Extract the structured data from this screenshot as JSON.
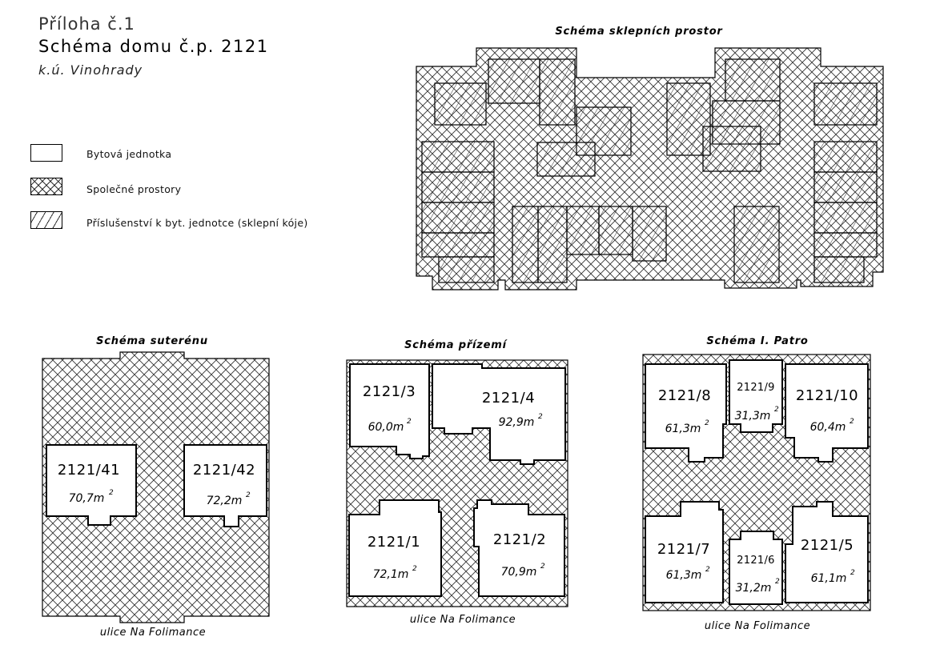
{
  "header": {
    "attachment": "Příloha č.1",
    "title": "Schéma domu č.p. 2121",
    "cadastre": "k.ú. Vinohrady"
  },
  "legend": [
    {
      "label": "Bytová jednotka",
      "pattern": "blank"
    },
    {
      "label": "Společné prostory",
      "pattern": "crosshatch"
    },
    {
      "label": "Příslušenství k byt. jednotce (sklepní kóje)",
      "pattern": "diagonal"
    }
  ],
  "cellar": {
    "title": "Schéma sklepních prostor"
  },
  "basement": {
    "title": "Schéma suterénu",
    "street": "ulice Na Folimance",
    "units": [
      {
        "id": "2121/41",
        "area": "70,7m"
      },
      {
        "id": "2121/42",
        "area": "72,2m"
      }
    ]
  },
  "ground": {
    "title": "Schéma přízemí",
    "street": "ulice Na Folimance",
    "units": [
      {
        "id": "2121/3",
        "area": "60,0m"
      },
      {
        "id": "2121/4",
        "area": "92,9m"
      },
      {
        "id": "2121/1",
        "area": "72,1m"
      },
      {
        "id": "2121/2",
        "area": "70,9m"
      }
    ]
  },
  "first_floor": {
    "title": "Schéma I. Patro",
    "street": "ulice Na Folimance",
    "units": [
      {
        "id": "2121/8",
        "area": "61,3m"
      },
      {
        "id": "2121/9",
        "area": "31,3m"
      },
      {
        "id": "2121/10",
        "area": "60,4m"
      },
      {
        "id": "2121/7",
        "area": "61,3m"
      },
      {
        "id": "2121/6",
        "area": "31,2m"
      },
      {
        "id": "2121/5",
        "area": "61,1m"
      }
    ]
  },
  "area_unit_exponent": "2",
  "colors": {
    "line": "#000000",
    "hatch": "#333333",
    "background": "#ffffff"
  }
}
